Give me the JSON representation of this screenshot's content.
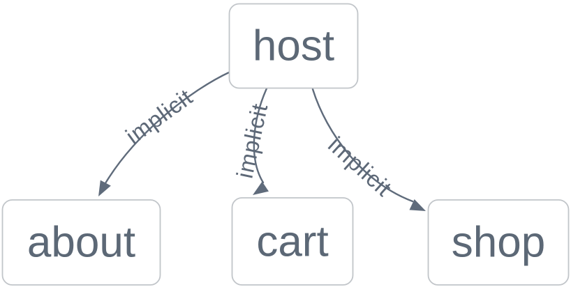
{
  "diagram": {
    "type": "flowchart",
    "nodes": [
      {
        "id": "host",
        "label": "host"
      },
      {
        "id": "about",
        "label": "about"
      },
      {
        "id": "cart",
        "label": "cart"
      },
      {
        "id": "shop",
        "label": "shop"
      }
    ],
    "edges": [
      {
        "from": "host",
        "to": "about",
        "label": "implicit"
      },
      {
        "from": "host",
        "to": "cart",
        "label": "implicit"
      },
      {
        "from": "host",
        "to": "shop",
        "label": "implicit"
      }
    ],
    "colors": {
      "background": "#ffffff",
      "node_fill": "#ffffff",
      "node_border": "#c1c5c9",
      "node_text": "#5c6876",
      "edge_stroke": "#5f6b7b",
      "edge_label_text": "#5d6877"
    }
  }
}
